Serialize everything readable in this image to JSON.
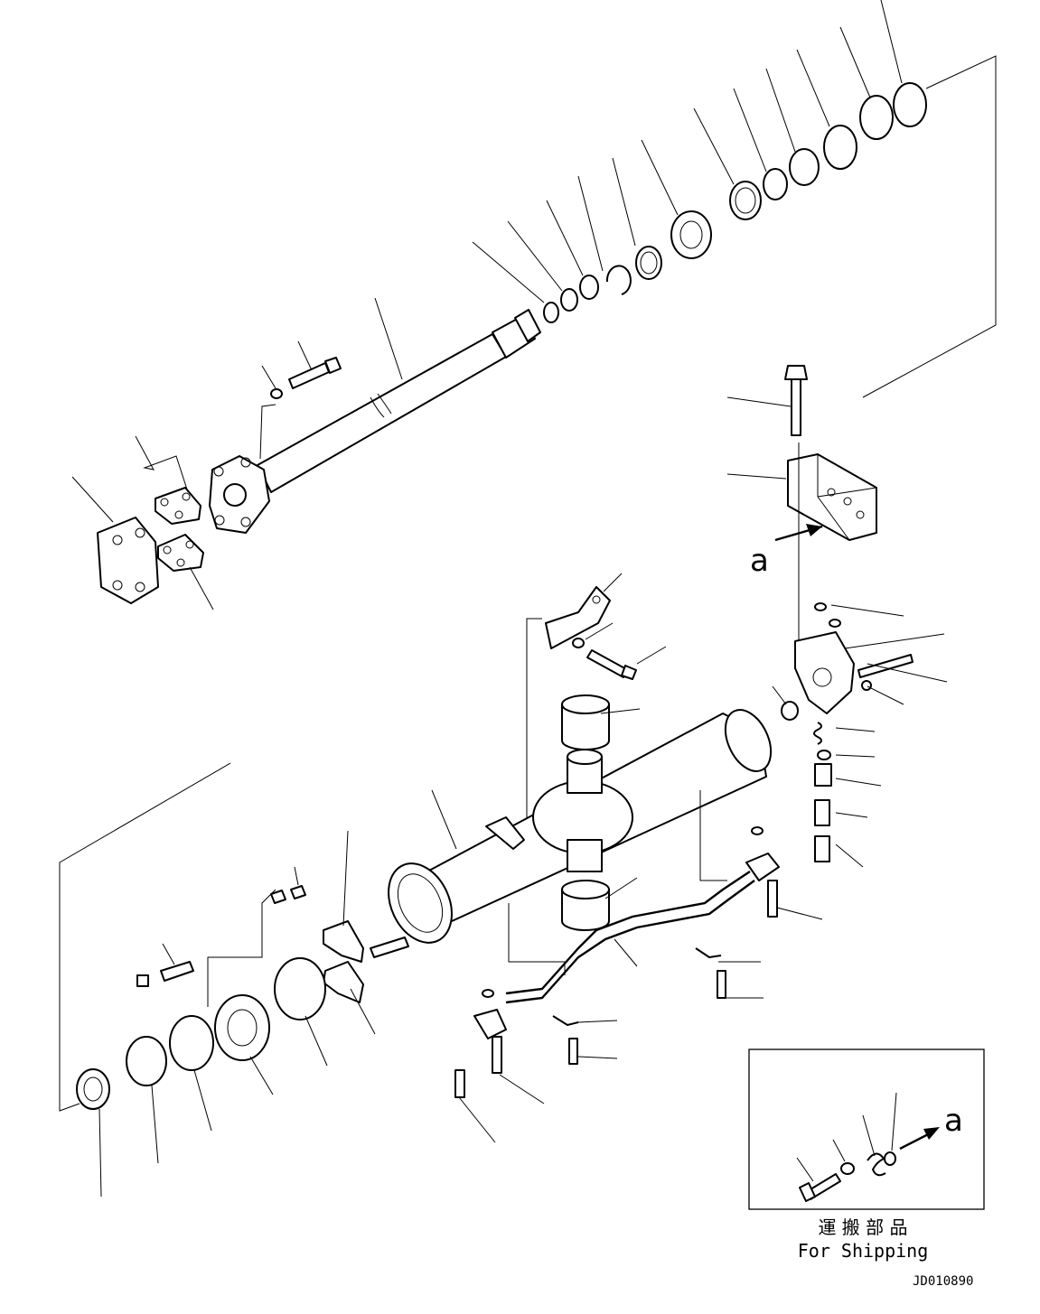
{
  "inset": {
    "label_a": "a",
    "caption_jp": "運 搬 部 品",
    "caption_en": "For Shipping"
  },
  "view_marker": "a",
  "drawing_code": "JD010890"
}
